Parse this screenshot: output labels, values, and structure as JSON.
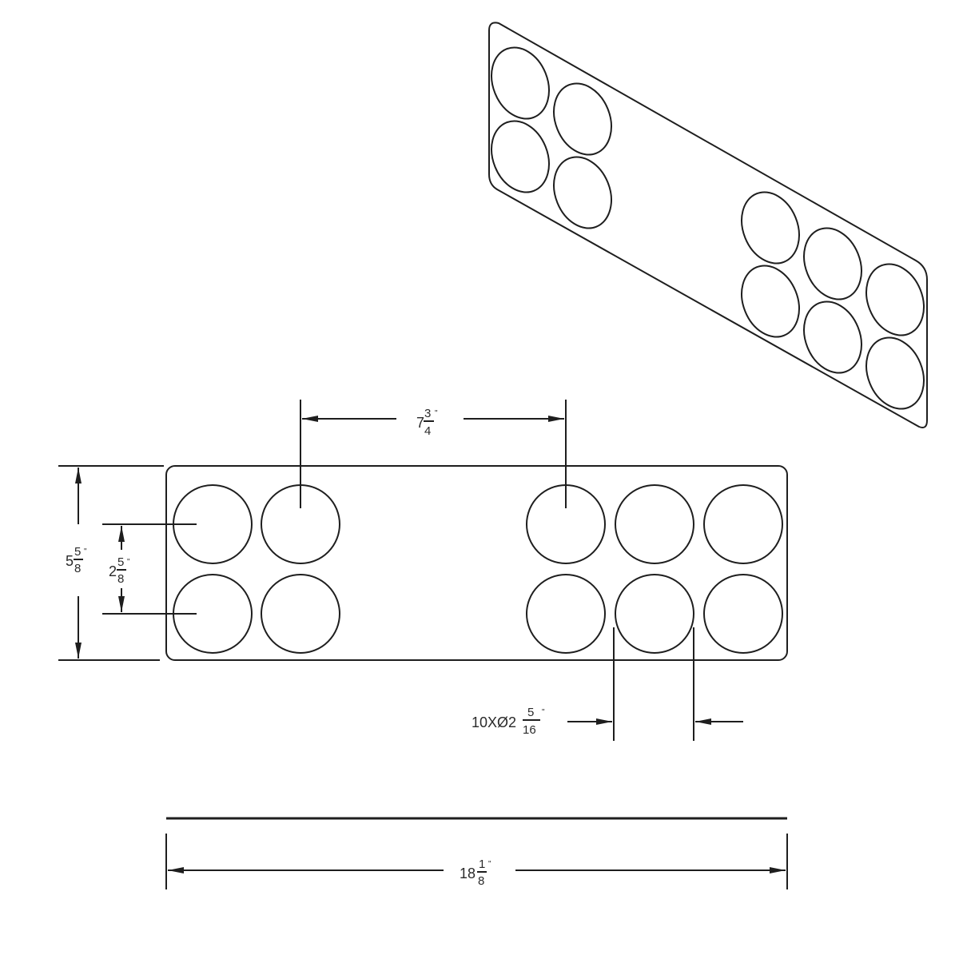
{
  "drawing": {
    "title": "Plate with 10 holes - technical drawing",
    "colors": {
      "line": "#1e1e1e",
      "text": "#2a2a2a",
      "background": "#ffffff"
    },
    "views": [
      "isometric",
      "front"
    ],
    "isometric_view": {
      "hole_count": 10,
      "left_group": {
        "columns": 2,
        "rows": 2
      },
      "right_group": {
        "columns": 3,
        "rows": 2
      }
    },
    "front_view": {
      "hole_count": 10,
      "left_group": {
        "columns": 2,
        "rows": 2
      },
      "right_group": {
        "columns": 3,
        "rows": 2
      }
    },
    "dimensions": {
      "hole_spacing": {
        "whole": "7",
        "num": "3",
        "den": "4",
        "unit": "\"",
        "label": "7 3/4\""
      },
      "overall_height": {
        "whole": "5",
        "num": "5",
        "den": "8",
        "unit": "\"",
        "label": "5 5/8\""
      },
      "row_spacing": {
        "whole": "2",
        "num": "5",
        "den": "8",
        "unit": "\"",
        "label": "2 5/8\""
      },
      "hole_diameter": {
        "prefix": "10XØ2",
        "num": "5",
        "den": "16",
        "unit": "\"",
        "label": "10XØ2 5/16\""
      },
      "overall_length": {
        "whole": "18",
        "num": "1",
        "den": "8",
        "unit": "\"",
        "label": "18 1/8\""
      }
    }
  }
}
